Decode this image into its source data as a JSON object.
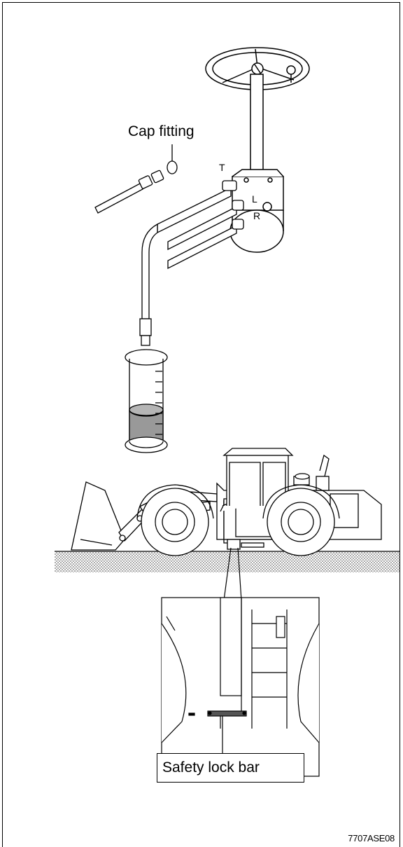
{
  "labels": {
    "cap_fitting": "Cap fitting",
    "port_t": "T",
    "port_l": "L",
    "port_r": "R",
    "safety_lock_bar": "Safety lock bar",
    "figure_code": "7707ASE08"
  }
}
